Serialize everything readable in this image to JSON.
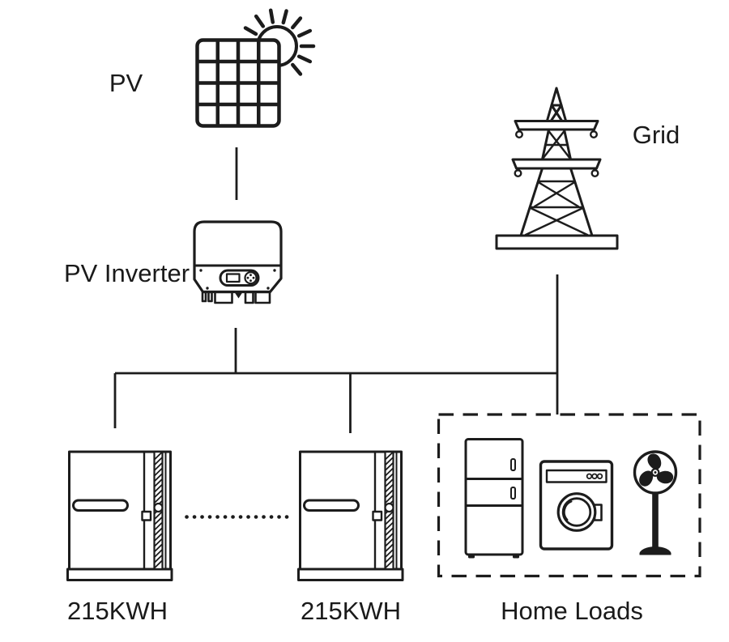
{
  "diagram": {
    "type": "system-wiring-diagram",
    "subject": "PV + battery storage + grid home energy system",
    "colors": {
      "background": "#ffffff",
      "line": "#1c1c1c",
      "text": "#1a1a1a"
    },
    "nodes": {
      "pv": {
        "label": "PV",
        "icon": "solar-panel-sun-icon"
      },
      "inverter": {
        "label": "PV Inverter",
        "icon": "inverter-box-icon"
      },
      "grid": {
        "label": "Grid",
        "icon": "transmission-tower-icon"
      },
      "battery1": {
        "label": "215KWH",
        "icon": "battery-cabinet-icon"
      },
      "battery2": {
        "label": "215KWH",
        "icon": "battery-cabinet-icon"
      },
      "home_loads": {
        "label": "Home Loads",
        "icons": [
          "refrigerator-icon",
          "washing-machine-icon",
          "standing-fan-icon"
        ]
      }
    },
    "edges": [
      {
        "from": "pv",
        "to": "inverter"
      },
      {
        "from": "inverter",
        "to": "dc-bus"
      },
      {
        "from": "dc-bus",
        "to": "battery1"
      },
      {
        "from": "dc-bus",
        "to": "battery2"
      },
      {
        "from": "grid",
        "to": "home_loads"
      },
      {
        "from": "dc-bus",
        "to": "grid-line"
      }
    ],
    "notes": {
      "battery_ellipsis": "dotted line between battery cabinets indicating more units"
    }
  }
}
